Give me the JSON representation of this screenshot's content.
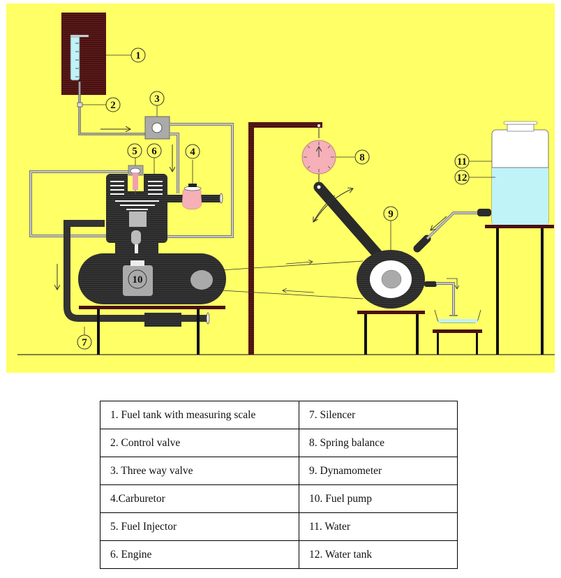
{
  "diagram": {
    "title": "Engine test rig schematic",
    "colors": {
      "background": "#ffff66",
      "stand": "#4a1010",
      "engine": "#2a2a2a",
      "pipe": "#a8a8a8",
      "water": "#bff3f8",
      "spring_balance": "#f5b0b8",
      "injector": "#f0a0b0"
    },
    "callouts": [
      {
        "id": "1",
        "part": "Fuel tank with measuring scale"
      },
      {
        "id": "2",
        "part": "Control valve"
      },
      {
        "id": "3",
        "part": "Three way valve"
      },
      {
        "id": "4",
        "part": "Carburetor"
      },
      {
        "id": "5",
        "part": "Fuel Injector"
      },
      {
        "id": "6",
        "part": "Engine"
      },
      {
        "id": "7",
        "part": "Silencer"
      },
      {
        "id": "8",
        "part": "Spring balance"
      },
      {
        "id": "9",
        "part": "Dynamometer"
      },
      {
        "id": "10",
        "part": "Fuel pump"
      },
      {
        "id": "11",
        "part": "Water"
      },
      {
        "id": "12",
        "part": "Water tank"
      }
    ]
  },
  "legend": {
    "rows": [
      {
        "left": "1. Fuel tank with measuring scale",
        "right": "7. Silencer"
      },
      {
        "left": "2. Control valve",
        "right": "8. Spring balance"
      },
      {
        "left": "3. Three way valve",
        "right": "9. Dynamometer"
      },
      {
        "left": "4.Carburetor",
        "right": "10. Fuel pump"
      },
      {
        "left": "5. Fuel Injector",
        "right": "11. Water"
      },
      {
        "left": "6. Engine",
        "right": "12. Water tank"
      }
    ]
  }
}
